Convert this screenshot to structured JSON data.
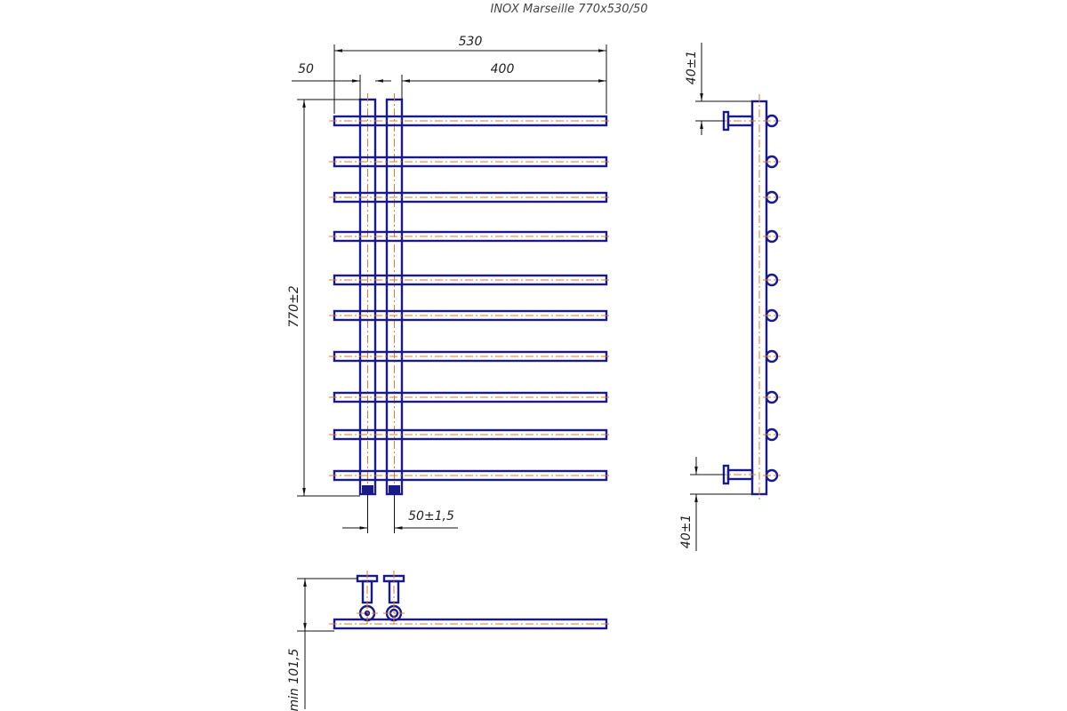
{
  "title": "INOX Marseille 770x530/50",
  "dimensions": {
    "overall_width": "530",
    "offset": "50",
    "bar_length": "400",
    "height": "770±2",
    "connection_spacing": "50±1,5",
    "top_bracket": "40±1",
    "bottom_bracket": "40±1",
    "wall_distance": "min 101,5"
  },
  "colors": {
    "part_outline": "#1a1a8c",
    "center_line": "#e07a2e",
    "dimension_line": "#111111"
  },
  "rail_count": 10
}
